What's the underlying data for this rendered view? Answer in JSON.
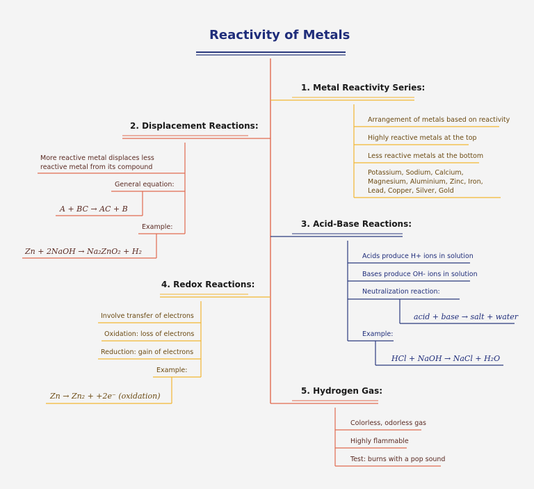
{
  "title": "Reactivity of Metals",
  "colors": {
    "gold": "#f2b632",
    "navy": "#2b3a7e",
    "red": "#e06a4f",
    "trunk": "#e06a4f"
  },
  "branches": [
    {
      "heading": "1.  Metal Reactivity Series:",
      "items": [
        "Arrangement of metals based on reactivity",
        "Highly reactive metals at the top",
        "Less reactive metals at the bottom",
        "Potassium, Sodium, Calcium, Magnesium, Aluminium, Zinc, Iron, Lead, Copper, Silver, Gold"
      ]
    },
    {
      "heading": "2.  Displacement Reactions:",
      "items": [
        "More reactive metal displaces less reactive metal from its compound",
        "General equation:",
        "Example:"
      ],
      "formulas": [
        "A + BC → AC + B",
        "Zn + 2NaOH → Na₂ZnO₂ + H₂"
      ]
    },
    {
      "heading": "3.  Acid-Base Reactions:",
      "items": [
        "Acids produce H+ ions in solution",
        "Bases produce OH- ions in solution",
        "Neutralization reaction:",
        "Example:"
      ],
      "formulas": [
        "acid + base → salt + water",
        "HCl + NaOH → NaCl + H₂O"
      ]
    },
    {
      "heading": "4.  Redox Reactions:",
      "items": [
        "Involve transfer of electrons",
        "Oxidation: loss of electrons",
        "Reduction: gain of electrons",
        "Example:"
      ],
      "formulas": [
        "Zn → Zn₂ + +2e⁻ (oxidation)"
      ]
    },
    {
      "heading": "5.  Hydrogen Gas:",
      "items": [
        "Colorless, odorless gas",
        "Highly flammable",
        "Test: burns with a pop sound"
      ]
    }
  ]
}
